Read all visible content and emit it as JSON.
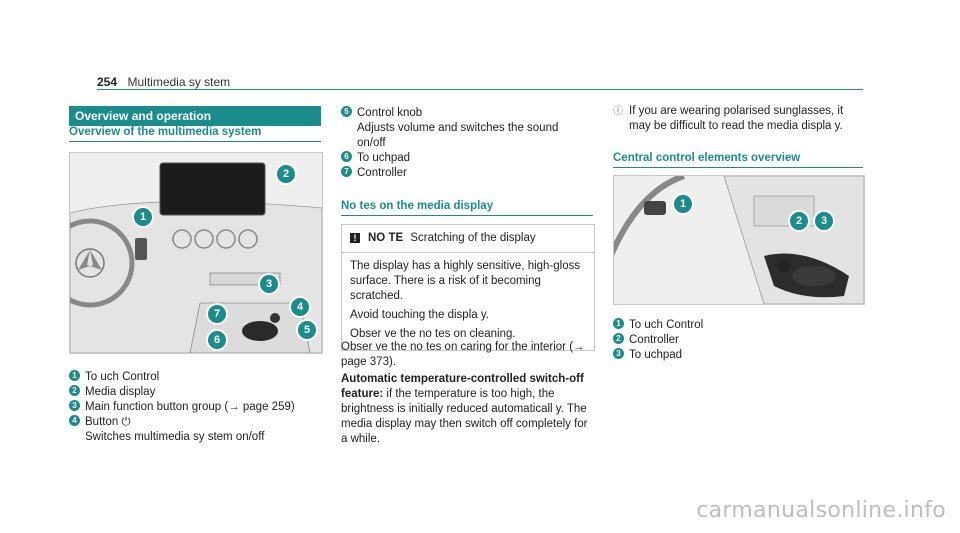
{
  "header": {
    "page_number": "254",
    "section_title": "Multimedia sy stem"
  },
  "col1": {
    "section_bar": "Overview and operation",
    "heading": "Overview of the multimedia system",
    "image_callouts": [
      "1",
      "2",
      "3",
      "4",
      "5",
      "6",
      "7"
    ],
    "items": [
      {
        "num": "1",
        "text": "To uch Control"
      },
      {
        "num": "2",
        "text": "Media display"
      },
      {
        "num": "3",
        "text": "Main function button group (→ page 259)"
      },
      {
        "num": "4",
        "text": "Button ⏻"
      },
      {
        "num": "",
        "text": "Switches multimedia sy stem on/off"
      }
    ]
  },
  "col2": {
    "items": [
      {
        "num": "5",
        "text": "Control knob"
      },
      {
        "num": "",
        "text": "Adjusts volume and switches the sound"
      },
      {
        "num": "",
        "text": "on/off"
      },
      {
        "num": "6",
        "text": "To uchpad"
      },
      {
        "num": "7",
        "text": "Controller"
      }
    ],
    "notes_heading": "No tes on the media display",
    "note_label": "NO TE",
    "note_title": "Scratching of the display",
    "note_para1": "The display has a highly sensitive, high-gloss surface. There is a risk of it becoming scratched.",
    "note_para2": "Avoid touching the displa y.",
    "note_para3": "Obser ve the no tes on cleaning.",
    "para_a": "Obser ve the no tes on caring for the interior (→ page 373).",
    "para_b_bold": "Automatic temperature-controlled switch-off feature:",
    "para_b_rest": " if the temperature is too high, the brightness is initially reduced automaticall y. The media display may then switch off completely for a while."
  },
  "col3": {
    "info_text": "If you are wearing polarised sunglasses, it may be difficult to read the media displa y.",
    "heading": "Central control elements overview",
    "image_callouts": [
      "1",
      "2",
      "3"
    ],
    "items": [
      {
        "num": "1",
        "text": "To uch Control"
      },
      {
        "num": "2",
        "text": "Controller"
      },
      {
        "num": "3",
        "text": "To uchpad"
      }
    ]
  },
  "watermark": "carmanualsonline.info",
  "colors": {
    "accent": "#1a8c8c"
  }
}
